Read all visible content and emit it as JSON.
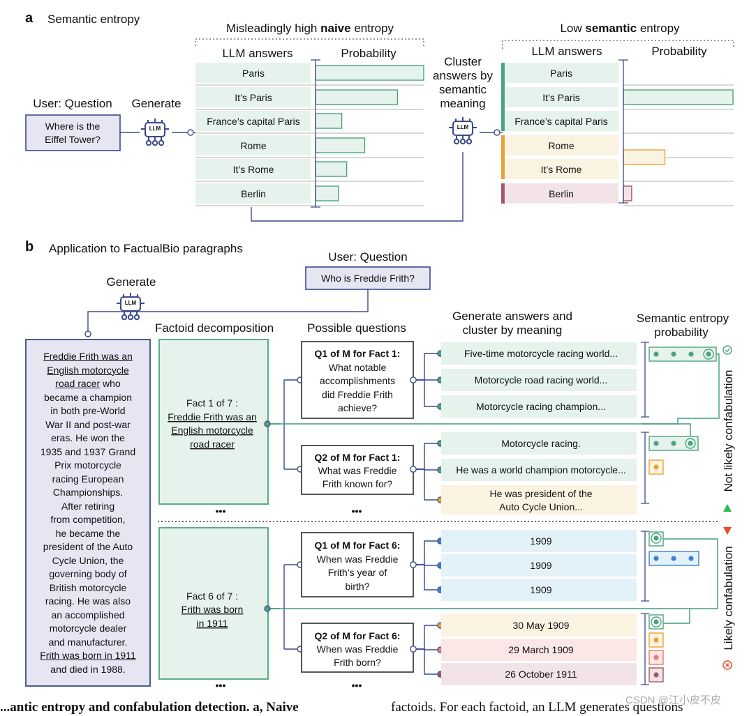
{
  "panel_a": {
    "letter": "a",
    "title": "Semantic entropy",
    "user_question_label": "User: Question",
    "question_line1": "Where is the",
    "question_line2": "Eiffel Tower?",
    "generate_label": "Generate",
    "llm_label": "LLM",
    "naive_header_prefix": "Misleadingly high ",
    "naive_header_bold": "naive",
    "naive_header_suffix": " entropy",
    "semantic_header_prefix": "Low ",
    "semantic_header_bold": "semantic",
    "semantic_header_suffix": " entropy",
    "col_answers": "LLM answers",
    "col_probability": "Probability",
    "cluster_line1": "Cluster",
    "cluster_line2": "answers by",
    "cluster_line3": "semantic",
    "cluster_line4": "meaning",
    "answers": [
      "Paris",
      "It’s Paris",
      "France’s capital Paris",
      "Rome",
      "It’s Rome",
      "Berlin"
    ],
    "naive_probabilities": [
      0.33,
      0.25,
      0.08,
      0.15,
      0.095,
      0.07
    ],
    "clusters": [
      {
        "members": 3,
        "probability": 0.66,
        "color": "#4aa57e",
        "fill": "#e6f2ec"
      },
      {
        "members": 2,
        "probability": 0.25,
        "color": "#f0a030",
        "fill": "#fbf3e2"
      },
      {
        "members": 1,
        "probability": 0.05,
        "color": "#a2586a",
        "fill": "#f2e4e6"
      }
    ]
  },
  "panel_b": {
    "letter": "b",
    "title": "Application to FactualBio paragraphs",
    "user_question_label": "User: Question",
    "question": "Who is Freddie Frith?",
    "generate_label": "Generate",
    "llm_label": "LLM",
    "factoid_header": "Factoid decomposition",
    "questions_header": "Possible questions",
    "answers_header_line1": "Generate answers and",
    "answers_header_line2": "cluster by meaning",
    "entropy_header_line1": "Semantic entropy",
    "entropy_header_line2": "probability",
    "not_likely_label": "Not likely confabulation",
    "likely_label": "Likely confabulation",
    "ellipsis": "•••",
    "paragraph": [
      {
        "text": "Freddie Frith was an",
        "u": true
      },
      {
        "text": "English motorcycle",
        "u": true
      },
      {
        "text": "road racer",
        "u": true,
        "tail": " who"
      },
      {
        "text": "became a champion"
      },
      {
        "text": "in both pre-World"
      },
      {
        "text": "War II and post-war"
      },
      {
        "text": "eras. He won the"
      },
      {
        "text": "1935 and 1937 Grand"
      },
      {
        "text": "Prix motorcycle"
      },
      {
        "text": "racing European"
      },
      {
        "text": "Championships."
      },
      {
        "text": "After retiring"
      },
      {
        "text": "from competition,"
      },
      {
        "text": "he became the"
      },
      {
        "text": "president of the Auto"
      },
      {
        "text": "Cycle Union, the"
      },
      {
        "text": "governing body of"
      },
      {
        "text": "British motorcycle"
      },
      {
        "text": "racing. He was also"
      },
      {
        "text": "an accomplished"
      },
      {
        "text": "motorcycle dealer"
      },
      {
        "text": "and manufacturer."
      },
      {
        "text": "Frith was born in 1911",
        "u": true
      },
      {
        "text": "and died in 1988."
      }
    ],
    "fact1_title": "Fact 1 of 7 :",
    "fact1_lines": [
      "Freddie Frith was an",
      "English motorcycle",
      "road racer"
    ],
    "fact6_title": "Fact 6 of 7 :",
    "fact6_lines": [
      "Frith was born",
      "in 1911"
    ],
    "q_fact1_1": {
      "title": "Q1 of M for Fact 1:",
      "lines": [
        "What notable",
        "accomplishments",
        "did Freddie Frith",
        "achieve?"
      ]
    },
    "q_fact1_2": {
      "title": "Q2 of M for Fact 1:",
      "lines": [
        "What was Freddie",
        "Frith known for?"
      ]
    },
    "q_fact6_1": {
      "title": "Q1 of M for Fact 6:",
      "lines": [
        "When was Freddie",
        "Frith’s year of",
        "birth?"
      ]
    },
    "q_fact6_2": {
      "title": "Q2 of M for Fact 6:",
      "lines": [
        "When was Freddie",
        "Frith born?"
      ]
    },
    "ans_f1_q1": [
      "Five-time motorcycle racing world...",
      "Motorcycle road racing world...",
      "Motorcycle racing champion..."
    ],
    "ans_f1_q2": [
      "Motorcycle racing.",
      "He was a world champion motorcycle...",
      "He was president of the",
      "Auto Cycle Union..."
    ],
    "ans_f6_q1": [
      "1909",
      "1909",
      "1909"
    ],
    "ans_f6_q2": [
      "30 May 1909",
      "29 March 1909",
      "26 October 1911"
    ],
    "colors": {
      "green": "#4aa57e",
      "green_fill": "#e6f2ec",
      "orange": "#f0a030",
      "orange_fill": "#fbf3e2",
      "blue": "#3e7fd0",
      "blue_fill": "#e3f2f9",
      "salmon": "#ea7a6a",
      "salmon_fill": "#fbe8e6",
      "plum": "#a2586a",
      "plum_fill": "#f2e4e6",
      "navy": "#3c4a8c"
    }
  },
  "caption_left": "...antic entropy and confabulation detection. a, Naive",
  "caption_right": "factoids. For each factoid, an LLM generates questions",
  "watermark": "CSDN @江小皮不皮"
}
